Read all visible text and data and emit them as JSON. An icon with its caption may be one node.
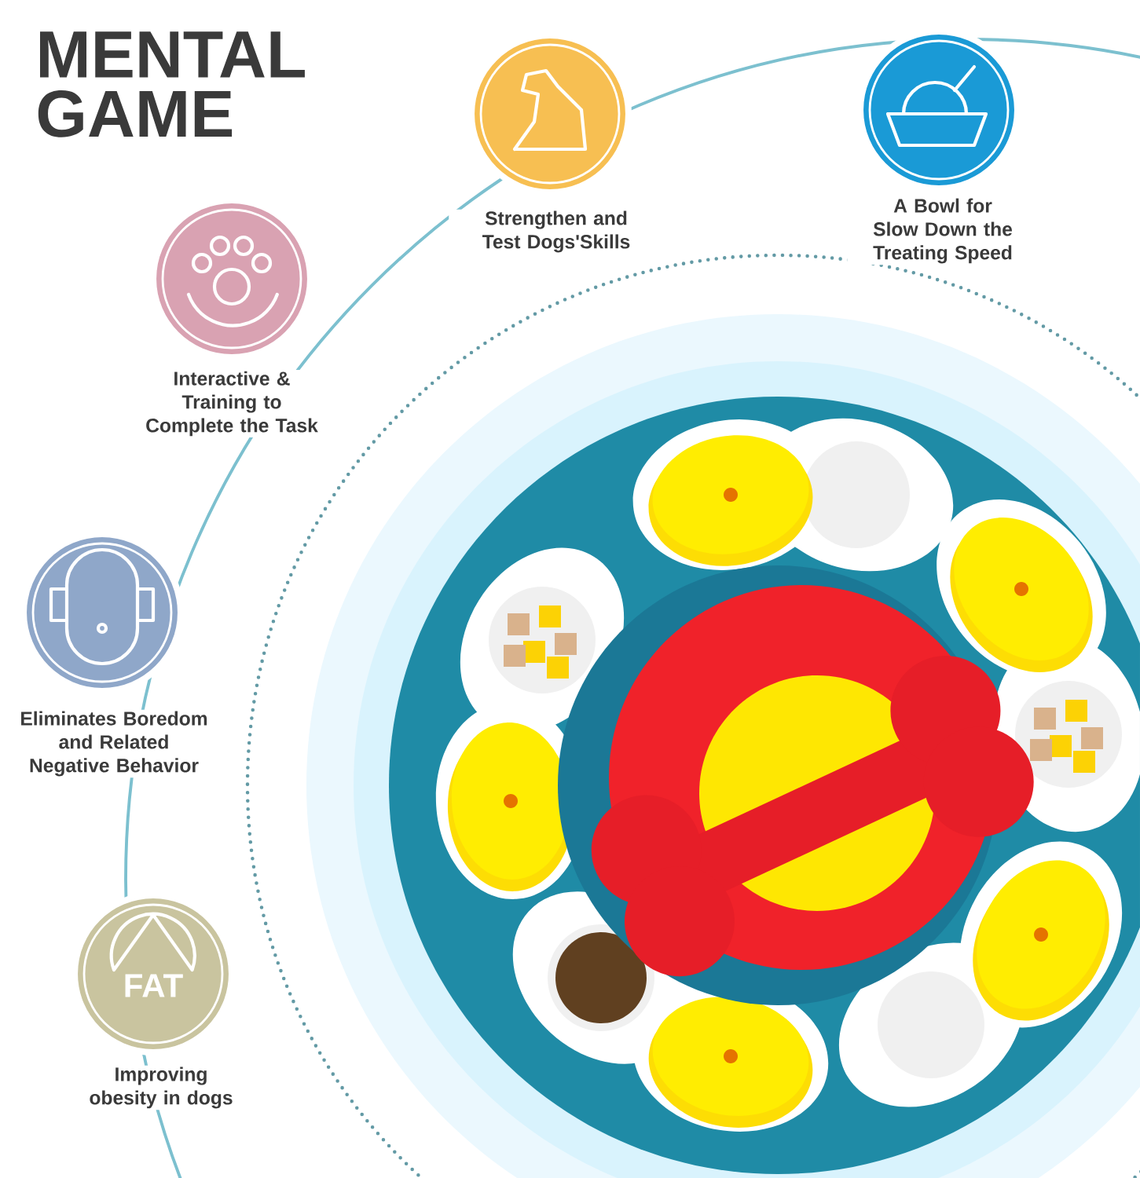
{
  "diagram": {
    "title": "MENTAL GAME",
    "nodes": [
      {
        "text": [
          "Strengthen and Test Dogs'Skills"
        ]
      },
      {
        "text": [
          "A Bowl for Slow Down the Treating Speed"
        ]
      },
      {
        "text": [
          "Interactive & Training to Complete the Task"
        ]
      },
      {
        "text": [
          "Eliminates Boredom and Related Negative Behavior"
        ]
      },
      {
        "text": [
          "FAT",
          "Improving obesity in dogs"
        ]
      }
    ]
  }
}
